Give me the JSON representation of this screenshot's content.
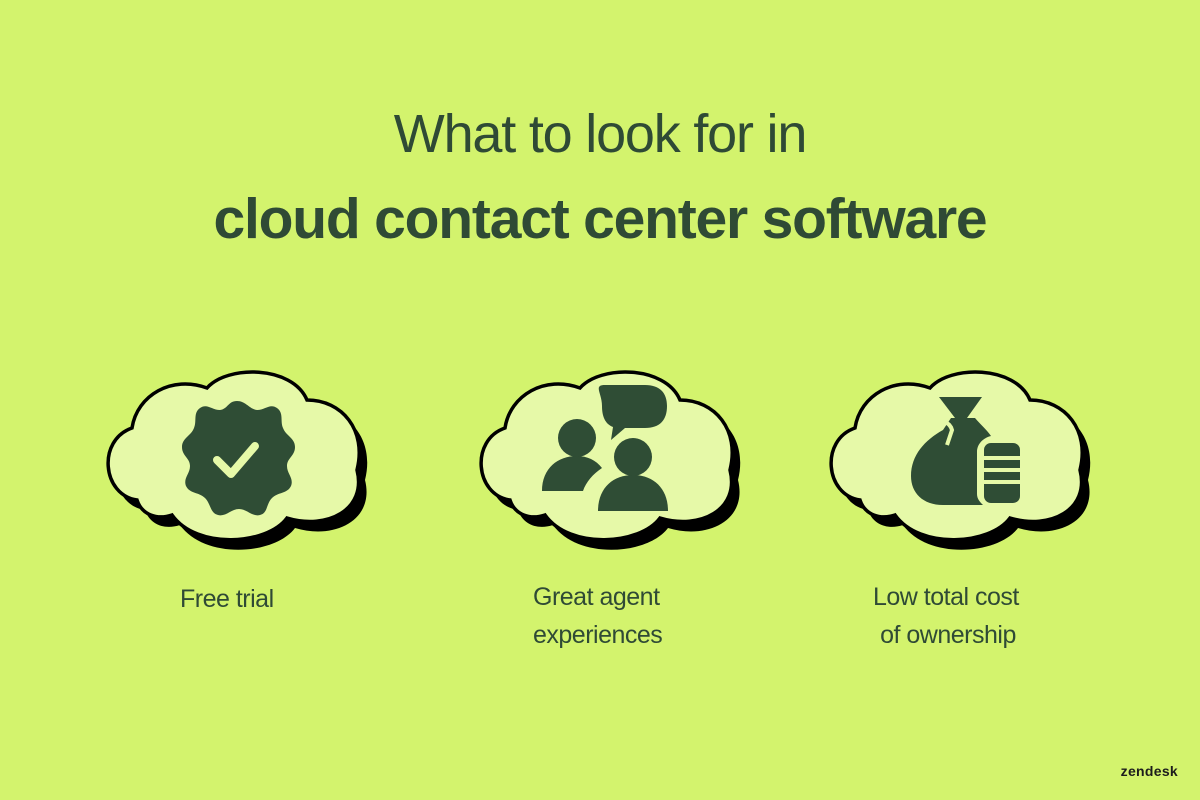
{
  "heading": {
    "line1": "What to look for in",
    "line2": "cloud contact center software"
  },
  "features": [
    {
      "label_lines": [
        "Free trial"
      ],
      "icon": "verified-badge-check-icon"
    },
    {
      "label_lines": [
        "Great agent",
        "experiences"
      ],
      "icon": "people-chat-icon"
    },
    {
      "label_lines": [
        "Low total cost",
        "of ownership"
      ],
      "icon": "money-bag-coins-icon"
    }
  ],
  "brand": {
    "logo_text": "zendesk"
  },
  "colors": {
    "background": "#d3f36d",
    "cloud_fill": "#e6f9a8",
    "icon_dark": "#2f4d35",
    "outline": "#000000"
  }
}
